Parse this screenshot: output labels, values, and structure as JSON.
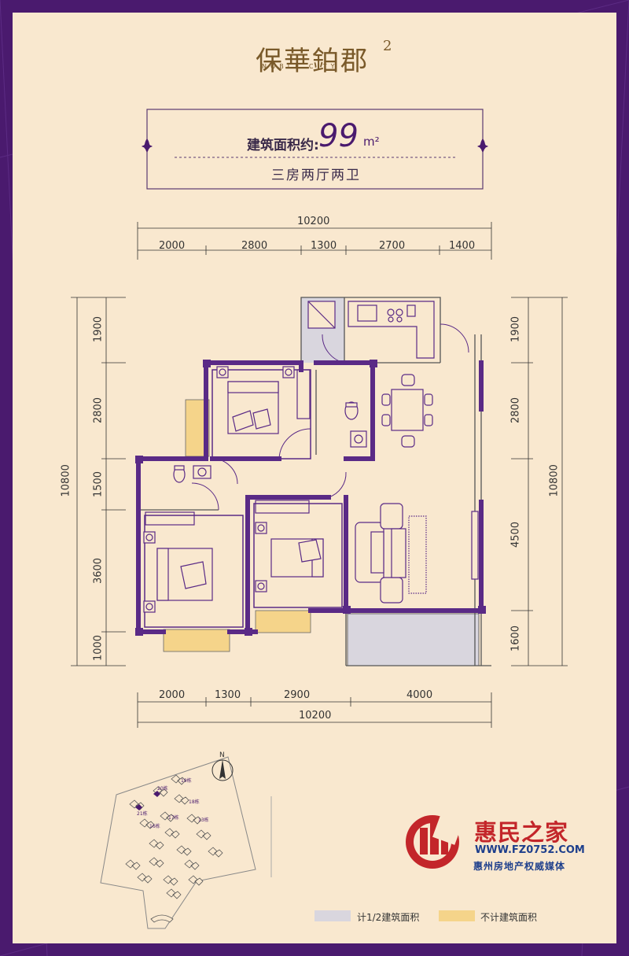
{
  "brand": {
    "logo_text": "保華鉑郡",
    "logo_sup": "2",
    "logo_sub": "NOBLE CITY"
  },
  "unit": {
    "area_label": "建筑面积约:",
    "area_value": "99",
    "area_unit": "m²",
    "layout_type": "三房两厅两卫"
  },
  "dimensions": {
    "top_total": "10200",
    "top_segments": [
      "2000",
      "2800",
      "1300",
      "2700",
      "1400"
    ],
    "bottom_segments": [
      "2000",
      "1300",
      "2900",
      "4000"
    ],
    "bottom_total": "10200",
    "left_total": "10800",
    "left_segments": [
      "1900",
      "2800",
      "1500",
      "3600",
      "1000"
    ],
    "right_total": "10800",
    "right_segments": [
      "1900",
      "2800",
      "4500",
      "1600"
    ]
  },
  "site_plan": {
    "north_label": "N",
    "building_labels": [
      "19栋",
      "20栋",
      "18栋",
      "21栋",
      "17栋",
      "16栋",
      "13栋"
    ]
  },
  "media": {
    "name": "惠民之家",
    "url": "WWW.FZ0752.COM",
    "slogan": "惠州房地产权威媒体"
  },
  "legend": [
    {
      "label": "计1/2建筑面积",
      "color": "#d9d6de"
    },
    {
      "label": "不计建筑面积",
      "color": "#f5d48a"
    }
  ],
  "colors": {
    "frame": "#4a1a6e",
    "paper": "#f9e8cf",
    "wall": "#5a2a86",
    "half_area": "#d9d6de",
    "no_area": "#f5d48a",
    "brand_red": "#c3262a",
    "brand_blue": "#1e3f8c"
  }
}
